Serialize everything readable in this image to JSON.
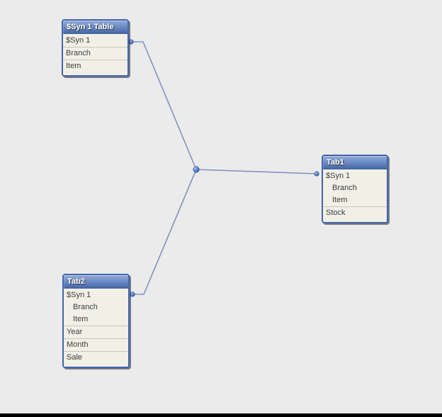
{
  "window": {
    "background_color": "#ebebeb",
    "bottom_bar_color": "#000000"
  },
  "diagram": {
    "colors": {
      "table_border": "#4266ac",
      "header_gradient_top": "#93aad8",
      "header_gradient_bottom": "#44639f",
      "body_background": "#f1f0e6",
      "row_separator": "#c9c7bb",
      "connector_line": "#8292bf",
      "connection_node": "#4a74bd"
    },
    "tables": [
      {
        "title": "$Syn 1 Table",
        "fields": [
          {
            "label": "$Syn 1"
          },
          {
            "label": "Branch"
          },
          {
            "label": "Item"
          }
        ]
      },
      {
        "title": "Tab1",
        "fields": [
          {
            "label": "$Syn 1"
          },
          {
            "label": "Branch"
          },
          {
            "label": "Item"
          },
          {
            "label": "Stock"
          }
        ]
      },
      {
        "title": "Tab2",
        "fields": [
          {
            "label": "$Syn 1"
          },
          {
            "label": "Branch"
          },
          {
            "label": "Item"
          },
          {
            "label": "Year"
          },
          {
            "label": "Month"
          },
          {
            "label": "Sale"
          }
        ]
      }
    ]
  }
}
